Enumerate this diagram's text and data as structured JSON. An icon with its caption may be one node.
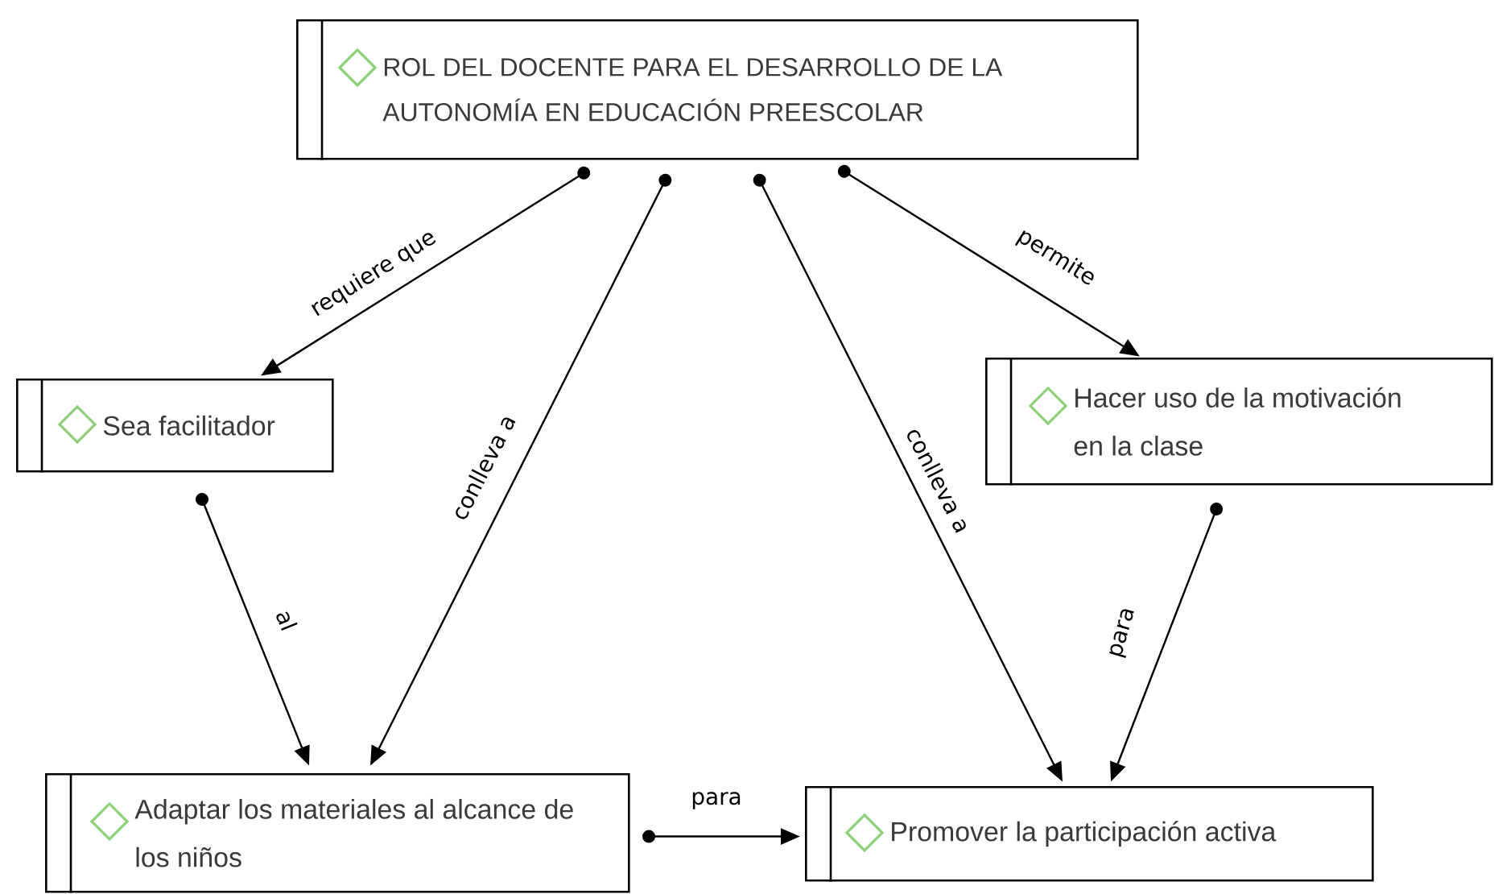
{
  "diagram": {
    "nodes": [
      {
        "text": [
          "ROL DEL DOCENTE PARA EL DESARROLLO DE LA AUTONOMÍA EN EDUCACIÓN PREESCOLAR"
        ]
      },
      {
        "text": [
          "Sea facilitador"
        ]
      },
      {
        "text": [
          "Hacer uso de la motivación en la clase"
        ]
      },
      {
        "text": [
          "Adaptar los materiales al alcance de los niños"
        ]
      },
      {
        "text": [
          "Promover la participación activa"
        ]
      }
    ],
    "edges": [
      {
        "from": 0,
        "to": 1,
        "arrow": "to",
        "label": "requiere que"
      },
      {
        "from": 0,
        "to": 3,
        "arrow": "to",
        "label": "conlleva a"
      },
      {
        "from": 0,
        "to": 4,
        "arrow": "to",
        "label": "conlleva a"
      },
      {
        "from": 0,
        "to": 2,
        "arrow": "to",
        "label": "permite"
      },
      {
        "from": 1,
        "to": 3,
        "arrow": "to",
        "label": "al"
      },
      {
        "from": 2,
        "to": 4,
        "arrow": "to",
        "label": "para"
      },
      {
        "from": 3,
        "to": 4,
        "arrow": "to",
        "label": "para"
      }
    ]
  }
}
